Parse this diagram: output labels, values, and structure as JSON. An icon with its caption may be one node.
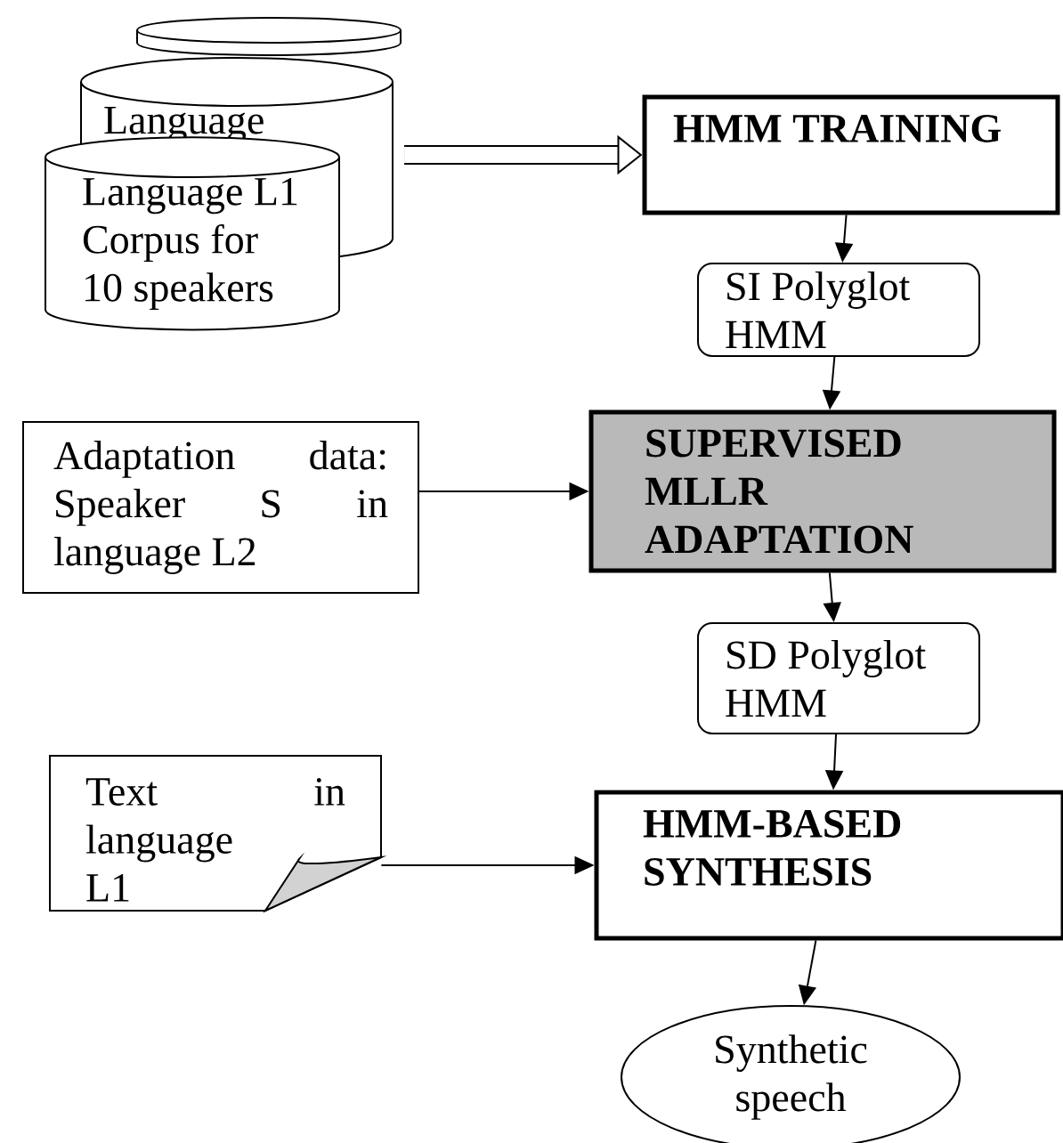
{
  "diagram": {
    "nodes": [
      {
        "text": [],
        "shape": "cylinder"
      },
      {
        "text": [
          "Language"
        ]
      },
      {
        "text": [
          "Language L1 Corpus for 10 speakers"
        ]
      },
      {
        "text": [
          "HMM TRAINING"
        ]
      },
      {
        "text": [
          "SI Polyglot HMM"
        ]
      },
      {
        "text": [
          "Adaptation data: Speaker S in language L2"
        ]
      },
      {
        "text": [
          "SUPERVISED MLLR ADAPTATION"
        ]
      },
      {
        "text": [
          "SD Polyglot HMM"
        ]
      },
      {
        "text": [
          "Text in language L1"
        ]
      },
      {
        "text": [
          "HMM-BASED SYNTHESIS"
        ]
      },
      {
        "text": [
          "Synthetic speech"
        ]
      }
    ],
    "edges": [
      {
        "from": 1,
        "to": 3,
        "arrow": "to",
        "style": "thick"
      },
      {
        "from": 3,
        "to": 4,
        "arrow": "to"
      },
      {
        "from": 4,
        "to": 6,
        "arrow": "to"
      },
      {
        "from": 5,
        "to": 6,
        "arrow": "to"
      },
      {
        "from": 6,
        "to": 7,
        "arrow": "to"
      },
      {
        "from": 7,
        "to": 9,
        "arrow": "to"
      },
      {
        "from": 8,
        "to": 9,
        "arrow": "to"
      },
      {
        "from": 9,
        "to": 10,
        "arrow": "to"
      }
    ]
  }
}
